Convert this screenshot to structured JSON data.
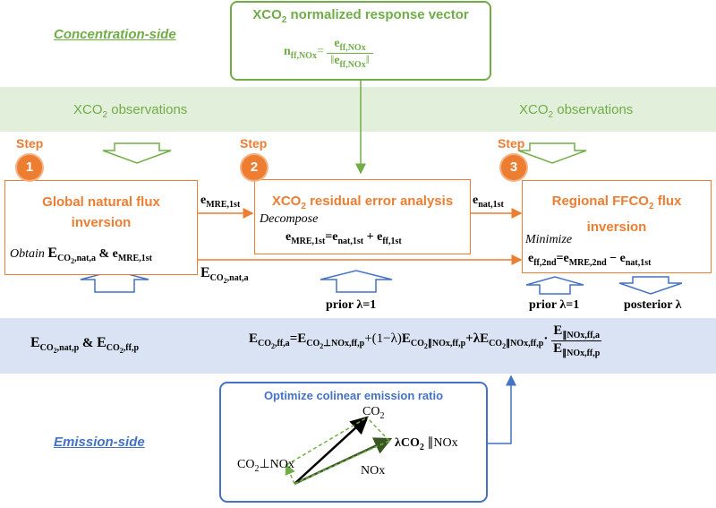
{
  "labels": {
    "concentration_side": "Concentration-side",
    "emission_side": "Emission-side",
    "obs_left": "XCO",
    "obs_left_sub": "2",
    "obs_left_tail": " observations",
    "obs_right": "XCO",
    "obs_right_sub": "2",
    "obs_right_tail": " observations",
    "step_word": "Step"
  },
  "steps": [
    {
      "number": "1",
      "title_line1": "Global natural flux",
      "title_line2": "inversion"
    },
    {
      "number": "2",
      "title": "XCO",
      "title_sub": "2",
      "title_tail": " residual error analysis"
    },
    {
      "number": "3",
      "title_line1": "Regional FFCO",
      "title_line1_sub": "2",
      "title_line1_tail": " flux",
      "title_line2": "inversion"
    }
  ],
  "normalized": {
    "title": "XCO",
    "title_sub": "2",
    "title_tail": " normalized response vector",
    "lhs": "n",
    "lhs_sub": "ff,NOx",
    "num": "e",
    "num_sub": "ff,NOx",
    "den": "e",
    "den_sub": "ff,NOx"
  },
  "box1": {
    "obtain": "Obtain",
    "E": "E",
    "E_sub": "CO",
    "E_sub2": "2",
    "E_sub_tail": ",nat,a",
    "amp": "&",
    "e": "e",
    "e_sub": "MRE,1st"
  },
  "box2": {
    "decompose": "Decompose",
    "lhs": "e",
    "lhs_sub": "MRE,1st",
    "eq": "=",
    "t1": "e",
    "t1_sub": "nat,1st",
    "plus": "+",
    "t2": "e",
    "t2_sub": "ff,1st"
  },
  "box3": {
    "minimize": "Minimize",
    "lhs": "e",
    "lhs_sub": "ff,2nd",
    "eq": "=",
    "t1": "e",
    "t1_sub": "MRE,2nd",
    "minus": "−",
    "t2": "e",
    "t2_sub": "nat,1st"
  },
  "arrows": {
    "e_mre": "e",
    "e_mre_sub": "MRE,1st",
    "e_nat": "e",
    "e_nat_sub": "nat,1st",
    "E_nat": "E",
    "E_nat_sub": "CO",
    "E_nat_sub2": "2",
    "E_nat_sub_tail": ",nat,a"
  },
  "priors": {
    "prior_mid": "prior λ=1",
    "prior_right": "prior λ=1",
    "posterior": "posterior λ"
  },
  "emission": {
    "left_E1": "E",
    "left_E1_sub": "CO",
    "left_E1_sub2": "2",
    "left_E1_tail": ",nat,p",
    "amp": "&",
    "left_E2": "E",
    "left_E2_sub": "CO",
    "left_E2_sub2": "2",
    "left_E2_tail": ",ff,p",
    "eq_lhs": "E",
    "eq_lhs_sub": "CO",
    "eq_lhs_sub2": "2",
    "eq_lhs_tail": ",ff,a",
    "eq": "=",
    "t1": "E",
    "t1_sub": "CO",
    "t1_sub2": "2",
    "t1_tail": "⊥NOx,ff,p",
    "plus1": "+(1−λ)",
    "t2": "E",
    "t2_sub": "CO",
    "t2_sub2": "2",
    "t2_tail": "∥NOx,ff,p",
    "plus2": "+λ",
    "t3": "E",
    "t3_sub": "CO",
    "t3_sub2": "2",
    "t3_tail": "∥NOx,ff,p",
    "dot": "·",
    "frac_num": "E",
    "frac_num_sub": "∥NOx,ff,a",
    "frac_den": "E",
    "frac_den_sub": "∥NOx,ff,p"
  },
  "optimize": {
    "title": "Optimize colinear emission ratio",
    "co2": "CO",
    "co2_sub": "2",
    "lam": "λCO",
    "lam_sub": "2",
    "lam_tail": " ∥NOx",
    "perp": "CO",
    "perp_sub": "2",
    "perp_tail": "⊥NOx",
    "nox": "NOx"
  },
  "colors": {
    "green": "#70ad47",
    "orange": "#ed7d31",
    "blue": "#4472c4",
    "green_band": "#e2efda",
    "blue_band": "#dae3f3"
  }
}
